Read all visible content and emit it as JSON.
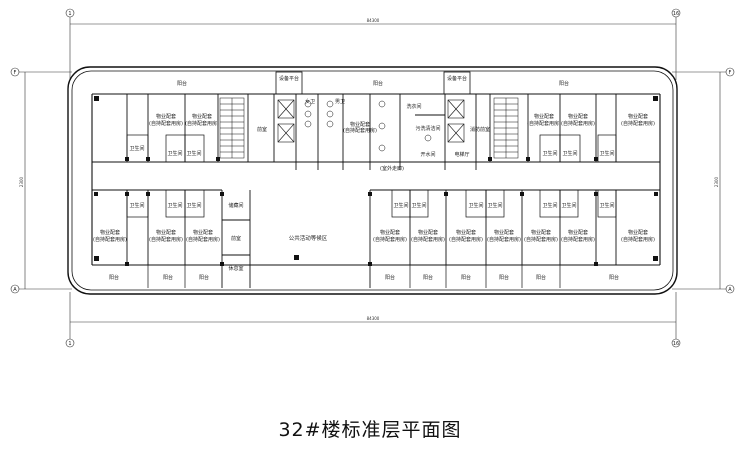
{
  "title": "32#楼标准层平面图",
  "dimensions": {
    "overall_top": "84300",
    "overall_bottom": "84300",
    "overall_left": "2300",
    "overall_right": "2300"
  },
  "grid_labels": {
    "top_left": "1",
    "top_right": "16",
    "bottom_left": "1",
    "bottom_right": "16",
    "left_top": "F",
    "left_bottom": "A",
    "right_top": "F",
    "right_bottom": "A"
  },
  "rooms": {
    "balcony": "阳台",
    "equipment_platform": "设备平台",
    "property_room": "物业配套",
    "property_room_sub": "(自持配套用房)",
    "bathroom": "卫生间",
    "front_room": "前室",
    "storage": "储藏间",
    "lounge": "休息室",
    "public_area": "公共活动等候区",
    "laundry": "洗衣间",
    "cleaning": "污洗清洁间",
    "fire_front_room": "消防前室",
    "water_room": "开水间",
    "elevator_room": "电梯厅",
    "female_wc": "女卫",
    "male_wc": "男卫",
    "outdoor_note": "(室外走廊)"
  }
}
